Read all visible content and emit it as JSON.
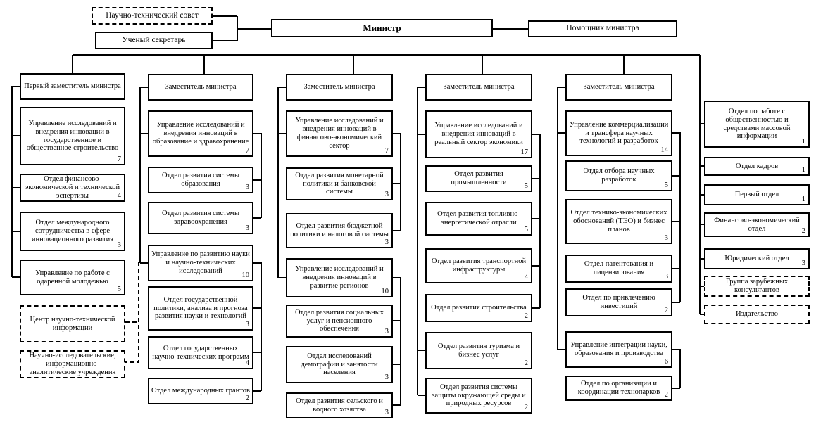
{
  "top": {
    "council": "Научно-технический совет",
    "secretary": "Ученый секретарь",
    "minister": "Министр",
    "assistant": "Помощник министра"
  },
  "columns": [
    {
      "header": "Первый заместитель министра",
      "boxes": [
        {
          "label": "Управление исследований и внедрения инноваций в государственное и общественное строительство",
          "count": "7"
        },
        {
          "label": "Отдел финансово-экономической и технической эспертизы",
          "count": "4"
        },
        {
          "label": "Отдел международного сотрудничества в сфере инновационного развития",
          "count": "3"
        },
        {
          "label": "Управление по работе с одаренной молодежью",
          "count": "5"
        },
        {
          "label": "Центр научно-технической информации",
          "dashed": true
        },
        {
          "label": "Научно-исследовательские, информационно-аналитические учреждения",
          "dashed": true
        }
      ]
    },
    {
      "header": "Заместитель министра",
      "boxes": [
        {
          "label": "Управление исследований и внедрения инноваций в образование и здравохранение",
          "count": "7"
        },
        {
          "label": "Отдел развития системы образования",
          "count": "3"
        },
        {
          "label": "Отдел развития системы здравоохранения",
          "count": "3"
        },
        {
          "label": "Управление по развитию науки и научно-технических исследований",
          "count": "10"
        },
        {
          "label": "Отдел государственной политики, анализа и прогноза развития науки и технологий",
          "count": "3"
        },
        {
          "label": "Отдел государственных научно-технических программ",
          "count": "4"
        },
        {
          "label": "Отдел международных грантов",
          "count": "2"
        }
      ]
    },
    {
      "header": "Заместитель министра",
      "boxes": [
        {
          "label": "Управление исследований и внедрения инноваций в финансово-экономический сектор",
          "count": "7"
        },
        {
          "label": "Отдел развития монетарной политики и банковской системы",
          "count": "3"
        },
        {
          "label": "Отдел развития бюджетной политики и налоговой системы",
          "count": "3"
        },
        {
          "label": "Управление исследований и внедрения инноваций в развитие регионов",
          "count": "10"
        },
        {
          "label": "Отдел развития социальных услуг и пенсионного обеспечения",
          "count": "3"
        },
        {
          "label": "Отдел исследований демографии и занятости населения",
          "count": "3"
        },
        {
          "label": "Отдел развития сельского и водного хозяства",
          "count": "3"
        }
      ]
    },
    {
      "header": "Заместитель министра",
      "boxes": [
        {
          "label": "Управление исследований и внедрения инноваций в реальный сектор экономики",
          "count": "17"
        },
        {
          "label": "Отдел развития промышленности",
          "count": "5"
        },
        {
          "label": "Отдел развития топливно-энергетической отрасли",
          "count": "5"
        },
        {
          "label": "Отдел развития транспортной инфраструктуры",
          "count": "4"
        },
        {
          "label": "Отдел развития строительства",
          "count": "2"
        },
        {
          "label": "Отдел развития туризма и бизнес услуг",
          "count": "2"
        },
        {
          "label": "Отдел развития системы защиты окружающей среды и природных ресурсов",
          "count": "2"
        }
      ]
    },
    {
      "header": "Заместитель министра",
      "boxes": [
        {
          "label": "Управление коммерциализации и трансфера научных технологий и разработок",
          "count": "14"
        },
        {
          "label": "Отдел отбора научных разработок",
          "count": "5"
        },
        {
          "label": "Отдел технико-экономических обоснований (ТЭО) и бизнес планов",
          "count": "3"
        },
        {
          "label": "Отдел патентования и лицензирования",
          "count": "3"
        },
        {
          "label": "Отдел по привлечению инвестиций",
          "count": "2"
        },
        {
          "label": "Управление интеграции науки, образования и производства",
          "count": "6"
        },
        {
          "label": "Отдел по организации и координации технопарков",
          "count": "2"
        }
      ]
    },
    {
      "header": null,
      "boxes": [
        {
          "label": "Отдел по работе с общественностью и средствами массовой информации",
          "count": "1"
        },
        {
          "label": "Отдел кадров",
          "count": "1"
        },
        {
          "label": "Первый отдел",
          "count": "1"
        },
        {
          "label": "Финансово-экономический отдел",
          "count": "2"
        },
        {
          "label": "Юридический отдел",
          "count": "3"
        },
        {
          "label": "Группа зарубежных консультантов",
          "dashed": true
        },
        {
          "label": "Издательство",
          "dashed": true
        }
      ]
    }
  ],
  "colors": {
    "border": "#000000",
    "background": "#ffffff",
    "text": "#000000"
  }
}
